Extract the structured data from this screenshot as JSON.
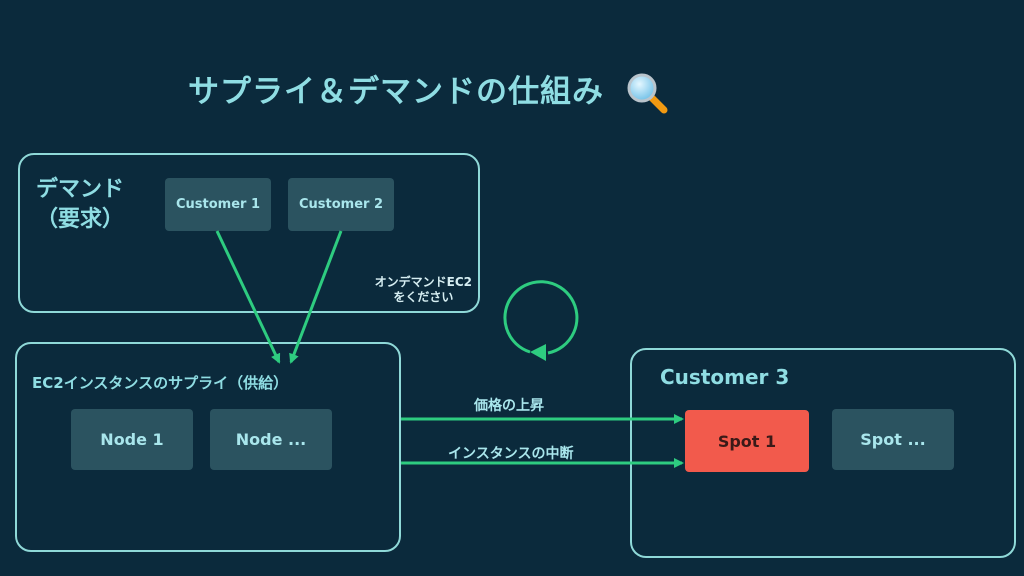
{
  "title": "サプライ＆デマンドの仕組み",
  "title_icon": "magnifier-icon",
  "colors": {
    "background": "#0b2a3c",
    "accent_text": "#8fdde3",
    "box_border": "#8fd9d8",
    "node_fill": "#2b5360",
    "highlight_node_fill": "#f25a4c",
    "arrow": "#2ecc80"
  },
  "demand": {
    "label_line1": "デマンド",
    "label_line2": "（要求）",
    "customers": [
      "Customer 1",
      "Customer 2"
    ],
    "note_line1": "オンデマンドEC2",
    "note_line2": "をください"
  },
  "supply": {
    "label": "EC2インスタンスのサプライ（供給）",
    "nodes": [
      "Node 1",
      "Node ..."
    ]
  },
  "customer3": {
    "label": "Customer 3",
    "spots": [
      "Spot 1",
      "Spot ..."
    ]
  },
  "edges": {
    "price_rise": "価格の上昇",
    "interruption": "インスタンスの中断"
  }
}
